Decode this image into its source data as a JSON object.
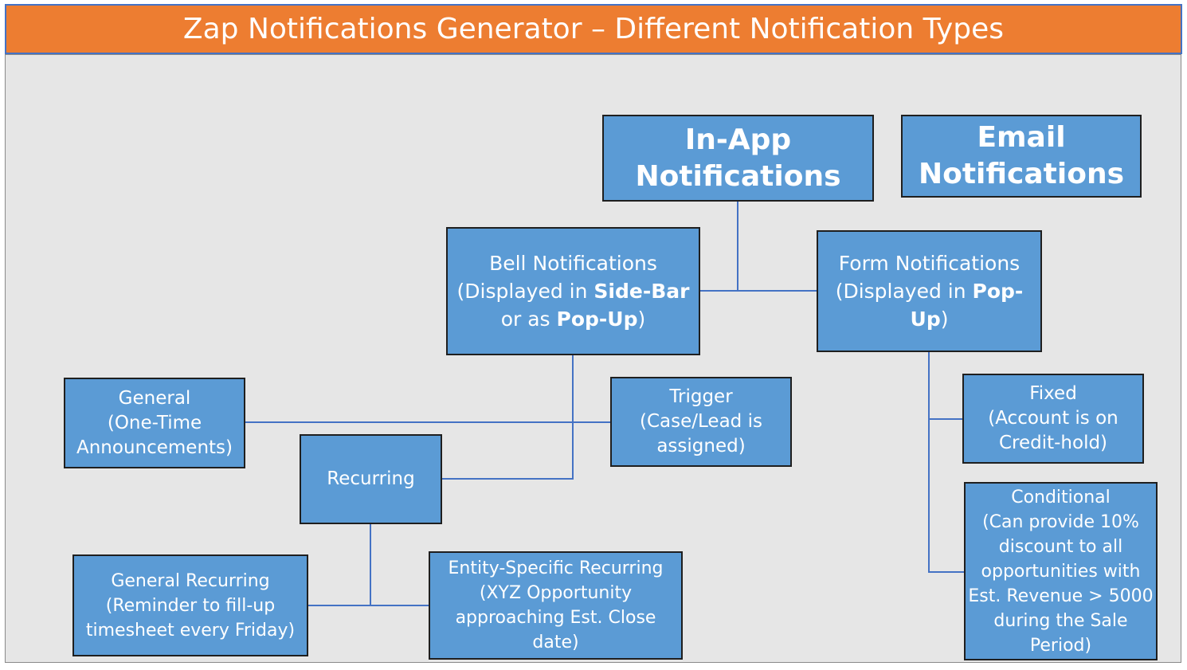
{
  "title": "Zap Notifications Generator – Different Notification Types",
  "colors": {
    "title_bg": "#ed7d31",
    "title_border": "#4472c4",
    "panel_bg": "#e6e6e6",
    "node_fill": "#5b9bd5",
    "node_border": "#1f1f1f",
    "connector": "#4472c4",
    "text": "#ffffff"
  },
  "nodes": {
    "in_app": {
      "line1": "In-App",
      "line2": "Notifications"
    },
    "email": {
      "line1": "Email",
      "line2": "Notifications"
    },
    "bell": {
      "title": "Bell Notifications",
      "line2_pre": "(Displayed in ",
      "line2_bold": "Side-Bar",
      "line3_pre": "or as ",
      "line3_bold": "Pop-Up",
      "line3_post": ")"
    },
    "form": {
      "title": "Form Notifications",
      "line2_pre": "(Displayed in ",
      "line2_bold": "Pop-",
      "line3_bold": "Up",
      "line3_post": ")"
    },
    "general": {
      "lines": [
        "General",
        "(One-Time",
        "Announcements)"
      ]
    },
    "trigger": {
      "lines": [
        "Trigger",
        "(Case/Lead is",
        "assigned)"
      ]
    },
    "recurring": {
      "lines": [
        "Recurring"
      ]
    },
    "fixed": {
      "lines": [
        "Fixed",
        "(Account is on",
        "Credit-hold)"
      ]
    },
    "conditional": {
      "lines": [
        "Conditional",
        "(Can provide 10%",
        "discount to all",
        "opportunities with",
        "Est. Revenue > 5000",
        "during the Sale",
        "Period)"
      ]
    },
    "general_recurring": {
      "lines": [
        "General Recurring",
        "(Reminder to fill-up",
        "timesheet every Friday)"
      ]
    },
    "entity_recurring": {
      "lines": [
        "Entity-Specific Recurring",
        "(XYZ Opportunity",
        "approaching Est. Close",
        "date)"
      ]
    }
  }
}
